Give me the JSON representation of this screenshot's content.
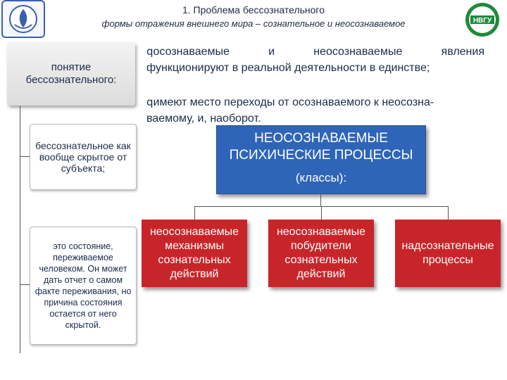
{
  "header": {
    "title": "1. Проблема бессознательного",
    "subtitle": "формы отражения внешнего мира – сознательное и неосознаваемое",
    "right_logo_text": "НВГУ"
  },
  "concept": {
    "label": "понятие бессознательного:"
  },
  "definitions": [
    {
      "text": "бессознательное как вообще скрытое от субъекта;"
    },
    {
      "text": "это состояние, переживаемое человеком. Он может дать отчет о самом факте переживания, но причина состояния остается от него скрытой."
    }
  ],
  "bullets": [
    {
      "marker": "q",
      "line1": "осознаваемые и неосознаваемые явления",
      "line2": "функционируют в реальной деятельности в единстве;"
    },
    {
      "marker": "q",
      "line1": "имеют место переходы от осознаваемого к неосозна-",
      "line2": "ваемому, и, наоборот."
    }
  ],
  "main_box": {
    "title": "НЕОСОЗНАВАЕМЫЕ ПСИХИЧЕСКИЕ ПРОЦЕССЫ",
    "subtitle": "(классы):"
  },
  "classes": [
    {
      "label": "неосознаваемые механизмы сознательных действий"
    },
    {
      "label": "неосознаваемые побудители сознательных действий"
    },
    {
      "label": "надсознательные процессы"
    }
  ],
  "colors": {
    "main_box": "#2f65b8",
    "class_box": "#c8252a",
    "text": "#1a2b4a"
  },
  "icons": {
    "left_logo": "university-emblem-icon",
    "right_logo": "nvgu-emblem-icon"
  }
}
